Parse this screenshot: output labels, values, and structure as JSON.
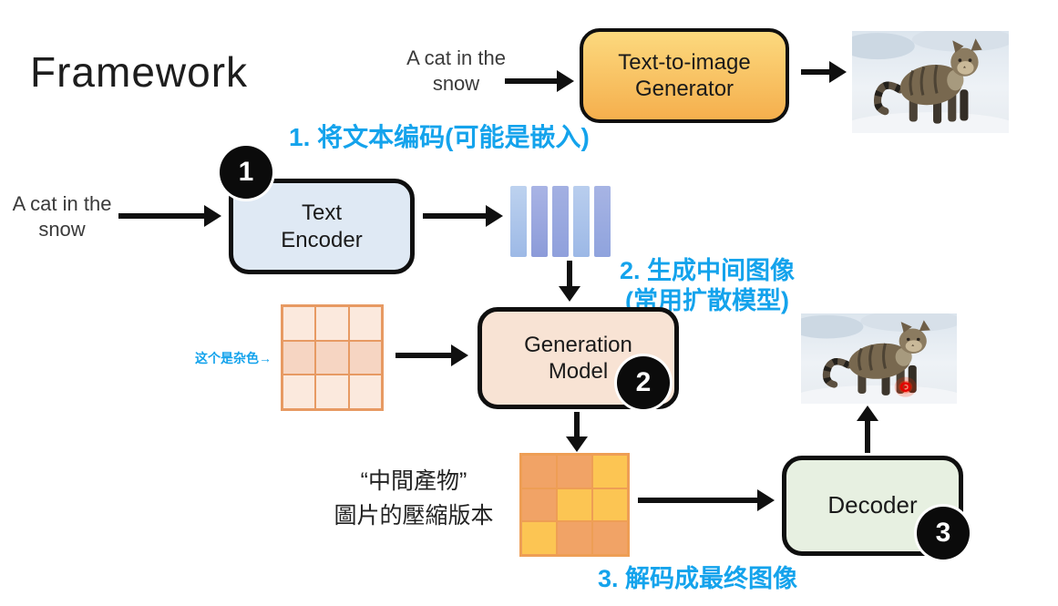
{
  "colors": {
    "accent_blue": "#14A3EC",
    "arrow_black": "#101010"
  },
  "slide": {
    "title": "Framework"
  },
  "top_flow": {
    "prompt_line1": "A cat in",
    "prompt_line2": "the snow",
    "generator_line1": "Text-to-image",
    "generator_line2": "Generator"
  },
  "steps": {
    "step1_note": "1. 将文本编码(可能是嵌入)",
    "step2_note_line1": "2. 生成中间图像",
    "step2_note_line2": "(常用扩散模型)",
    "step3_note": "3. 解码成最终图像",
    "noise_note": "这个是杂色→"
  },
  "pipeline": {
    "prompt_line1": "A cat in",
    "prompt_line2": "the snow",
    "encoder_line1": "Text",
    "encoder_line2": "Encoder",
    "encoder_badge": "1",
    "generation_line1": "Generation",
    "generation_line2": "Model",
    "generation_badge": "2",
    "decoder_label": "Decoder",
    "decoder_badge": "3",
    "latent_caption_line1": "“中間產物”",
    "latent_caption_line2": "圖片的壓縮版本"
  },
  "embedding_bars": [
    [
      "#BDD2EF",
      "#9DB9E6"
    ],
    [
      "#A9B4E5",
      "#8C9BD9"
    ],
    [
      "#A3B0E2",
      "#8FA0DC"
    ],
    [
      "#B9CEEE",
      "#9CB8E6"
    ],
    [
      "#A7B4E4",
      "#8FA3DD"
    ]
  ],
  "noise_grid": {
    "border": "#E79A63",
    "palette": {
      "light": "#FBE9DD",
      "mid": "#F6D5C2"
    },
    "cells": [
      [
        "light",
        "light",
        "light"
      ],
      [
        "mid",
        "mid",
        "mid"
      ],
      [
        "light",
        "light",
        "light"
      ]
    ]
  },
  "latent_grid": {
    "border": "#EE9E55",
    "palette": {
      "orange": "#F1A366",
      "yellow": "#FCC553"
    },
    "cells": [
      [
        "orange",
        "orange",
        "yellow"
      ],
      [
        "orange",
        "yellow",
        "yellow"
      ],
      [
        "yellow",
        "orange",
        "orange"
      ]
    ]
  }
}
